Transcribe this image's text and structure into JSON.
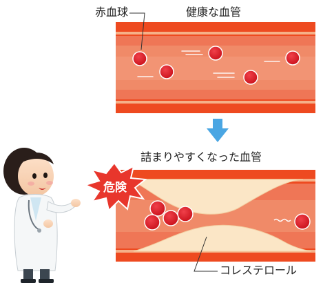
{
  "labels": {
    "red_blood_cell": "赤血球",
    "healthy_vessel": "健康な血管",
    "clogged_vessel": "詰まりやすくなった血管",
    "cholesterol": "コレステロール",
    "danger_badge": "危険"
  },
  "colors": {
    "vessel_outer": "#ee4a20",
    "vessel_band": "#f6b990",
    "vessel_inner": "#ef8060",
    "blood_cell": "#d9161e",
    "plaque": "#fbe6c6",
    "arrow": "#4aa6e3",
    "badge": "#e8362c"
  },
  "icons": {
    "arrow": "down-arrow-icon",
    "badge": "danger-burst-icon",
    "doctor": "doctor-figure"
  }
}
